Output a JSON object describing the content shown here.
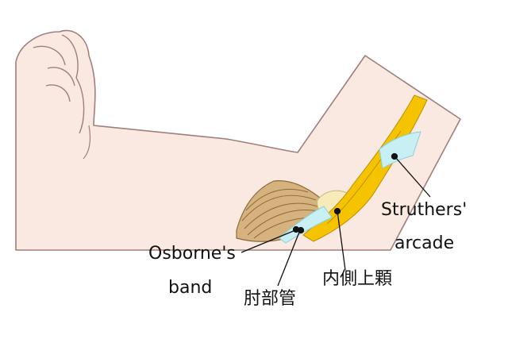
{
  "labels": {
    "struthers_arcade_line1": "Struthers'",
    "struthers_arcade_line2": "arcade",
    "osbornes_band_line1": "Osborne's",
    "osbornes_band_line2": "band",
    "cubital_tunnel": "肘部管",
    "medial_epicondyle": "内側上顆"
  },
  "colors": {
    "skin_fill": "#fae9e0",
    "skin_outline": "#a07e7e",
    "nerve_yellow": "#f5c300",
    "muscle_tan": "#d6b27e",
    "ligament_blue": "#c8f0f4",
    "epicondyle_cream": "#f7ecb9",
    "leader_line": "#111111"
  }
}
